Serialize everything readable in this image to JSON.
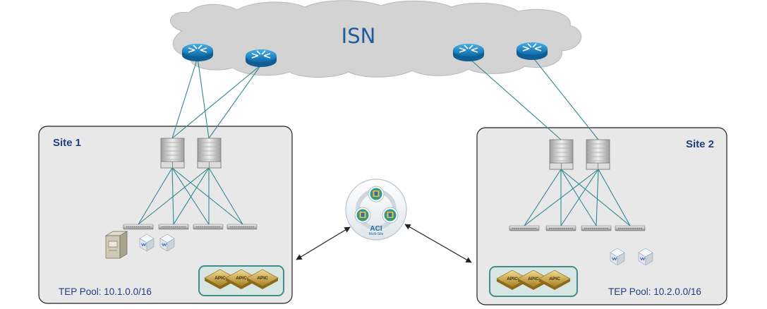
{
  "isn": {
    "label": "ISN"
  },
  "sites": [
    {
      "name": "Site 1",
      "tep_pool": "TEP Pool: 10.1.0.0/16"
    },
    {
      "name": "Site 2",
      "tep_pool": "TEP Pool: 10.2.0.0/16"
    }
  ],
  "orchestrator": {
    "label": "ACI",
    "sublabel": "Multi-Site"
  },
  "apic_label": "APIC",
  "colors": {
    "cloud_fill": "#cfcfcf",
    "site_box_fill": "#e8e8e8",
    "site_label": "#1f3e82",
    "router": "#1b86c5",
    "link": "#2e8a92",
    "apic_border": "#3e8f8a",
    "apic_gold": "#c9a346"
  },
  "icons": [
    "router-icon",
    "spine-switch-icon",
    "leaf-switch-icon",
    "server-icon",
    "virtual-machine-icon",
    "apic-controller-icon",
    "multi-site-orchestrator-icon"
  ]
}
